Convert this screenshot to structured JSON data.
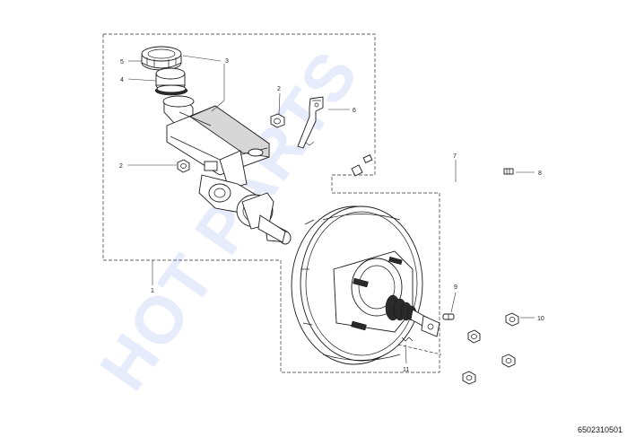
{
  "watermark": "HOT PARTS",
  "diagram_code": "6502310501",
  "callouts": {
    "c1": "1",
    "c2a": "2",
    "c2b": "2",
    "c3": "3",
    "c4": "4",
    "c5": "5",
    "c6": "6",
    "c7": "7",
    "c8": "8",
    "c9": "9",
    "c10": "10",
    "c11": "11"
  }
}
